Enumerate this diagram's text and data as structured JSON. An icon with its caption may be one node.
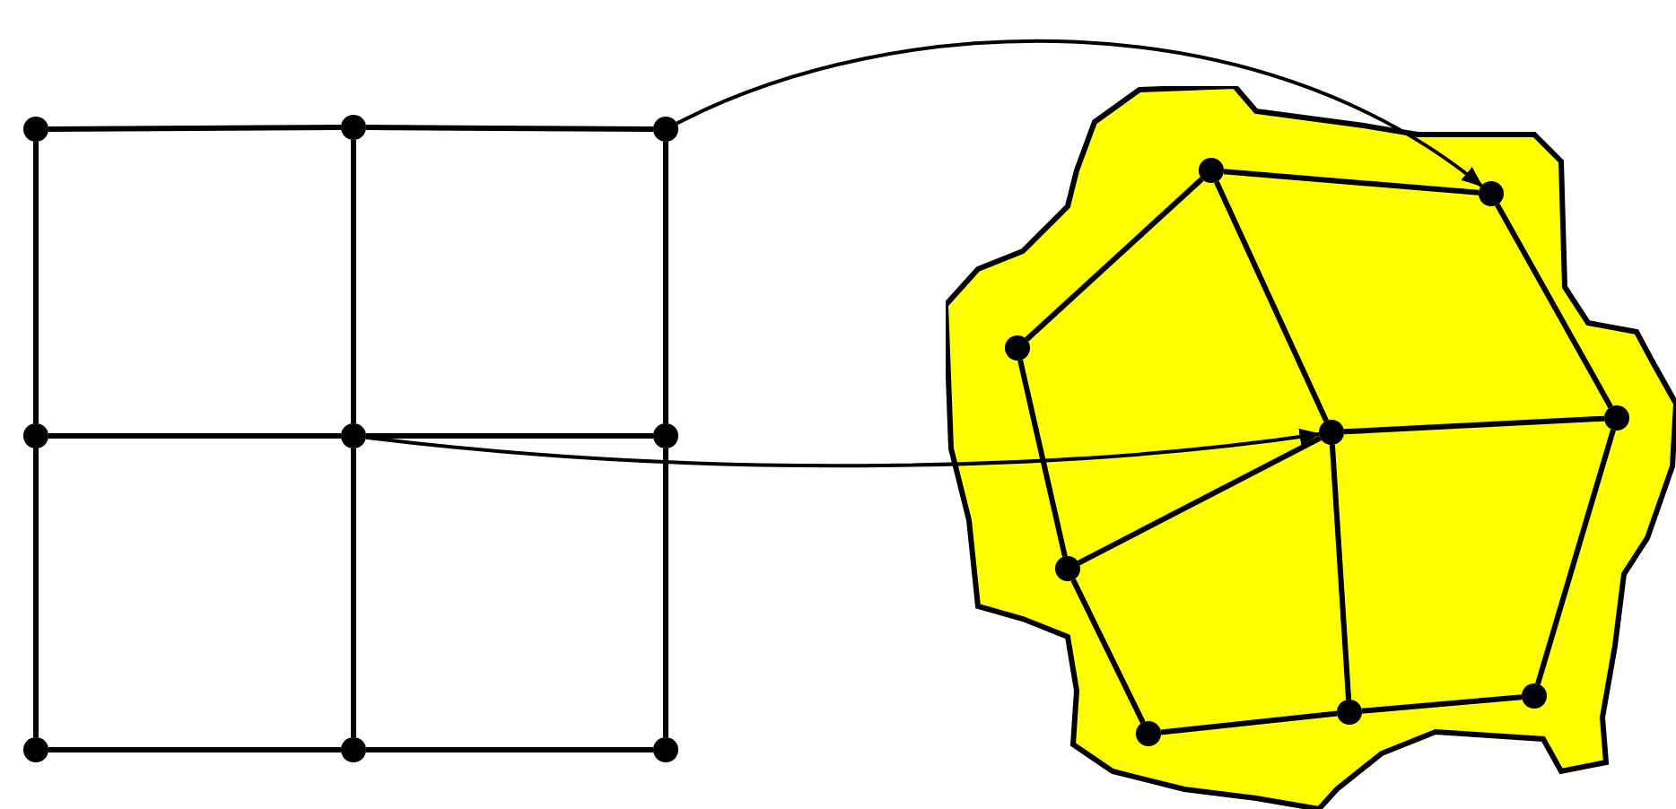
{
  "diagram": {
    "nodes": [
      {
        "text": [],
        "shape": "circle"
      },
      {
        "text": [],
        "shape": "circle"
      },
      {
        "text": [],
        "shape": "circle"
      },
      {
        "text": [],
        "shape": "circle"
      },
      {
        "text": [],
        "shape": "circle"
      },
      {
        "text": [],
        "shape": "circle"
      },
      {
        "text": [],
        "shape": "circle"
      },
      {
        "text": [],
        "shape": "circle"
      },
      {
        "text": [],
        "shape": "circle"
      },
      {
        "text": [],
        "shape": "blob"
      },
      {
        "text": [],
        "shape": "circle",
        "in": 9
      },
      {
        "text": [],
        "shape": "circle",
        "in": 9
      },
      {
        "text": [],
        "shape": "circle",
        "in": 9
      },
      {
        "text": [],
        "shape": "circle",
        "in": 9
      },
      {
        "text": [],
        "shape": "circle",
        "in": 9
      },
      {
        "text": [],
        "shape": "circle",
        "in": 9
      },
      {
        "text": [],
        "shape": "circle",
        "in": 9
      },
      {
        "text": [],
        "shape": "circle",
        "in": 9
      },
      {
        "text": [],
        "shape": "circle",
        "in": 9
      }
    ],
    "edges": [
      {
        "from": 0,
        "to": 1,
        "arrow": "none"
      },
      {
        "from": 1,
        "to": 2,
        "arrow": "none"
      },
      {
        "from": 3,
        "to": 4,
        "arrow": "none"
      },
      {
        "from": 4,
        "to": 5,
        "arrow": "none"
      },
      {
        "from": 6,
        "to": 7,
        "arrow": "none"
      },
      {
        "from": 7,
        "to": 8,
        "arrow": "none"
      },
      {
        "from": 0,
        "to": 3,
        "arrow": "none"
      },
      {
        "from": 3,
        "to": 6,
        "arrow": "none"
      },
      {
        "from": 1,
        "to": 4,
        "arrow": "none"
      },
      {
        "from": 4,
        "to": 7,
        "arrow": "none"
      },
      {
        "from": 2,
        "to": 5,
        "arrow": "none"
      },
      {
        "from": 5,
        "to": 8,
        "arrow": "none"
      },
      {
        "from": 10,
        "to": 11,
        "arrow": "none"
      },
      {
        "from": 10,
        "to": 12,
        "arrow": "none"
      },
      {
        "from": 10,
        "to": 13,
        "arrow": "none"
      },
      {
        "from": 11,
        "to": 14,
        "arrow": "none"
      },
      {
        "from": 12,
        "to": 15,
        "arrow": "none"
      },
      {
        "from": 13,
        "to": 14,
        "arrow": "none"
      },
      {
        "from": 13,
        "to": 15,
        "arrow": "none"
      },
      {
        "from": 13,
        "to": 17,
        "arrow": "none"
      },
      {
        "from": 14,
        "to": 18,
        "arrow": "none"
      },
      {
        "from": 15,
        "to": 16,
        "arrow": "none"
      },
      {
        "from": 16,
        "to": 17,
        "arrow": "none"
      },
      {
        "from": 17,
        "to": 18,
        "arrow": "none"
      },
      {
        "from": 2,
        "to": 11,
        "arrow": "to"
      },
      {
        "from": 4,
        "to": 13,
        "arrow": "to"
      }
    ]
  }
}
